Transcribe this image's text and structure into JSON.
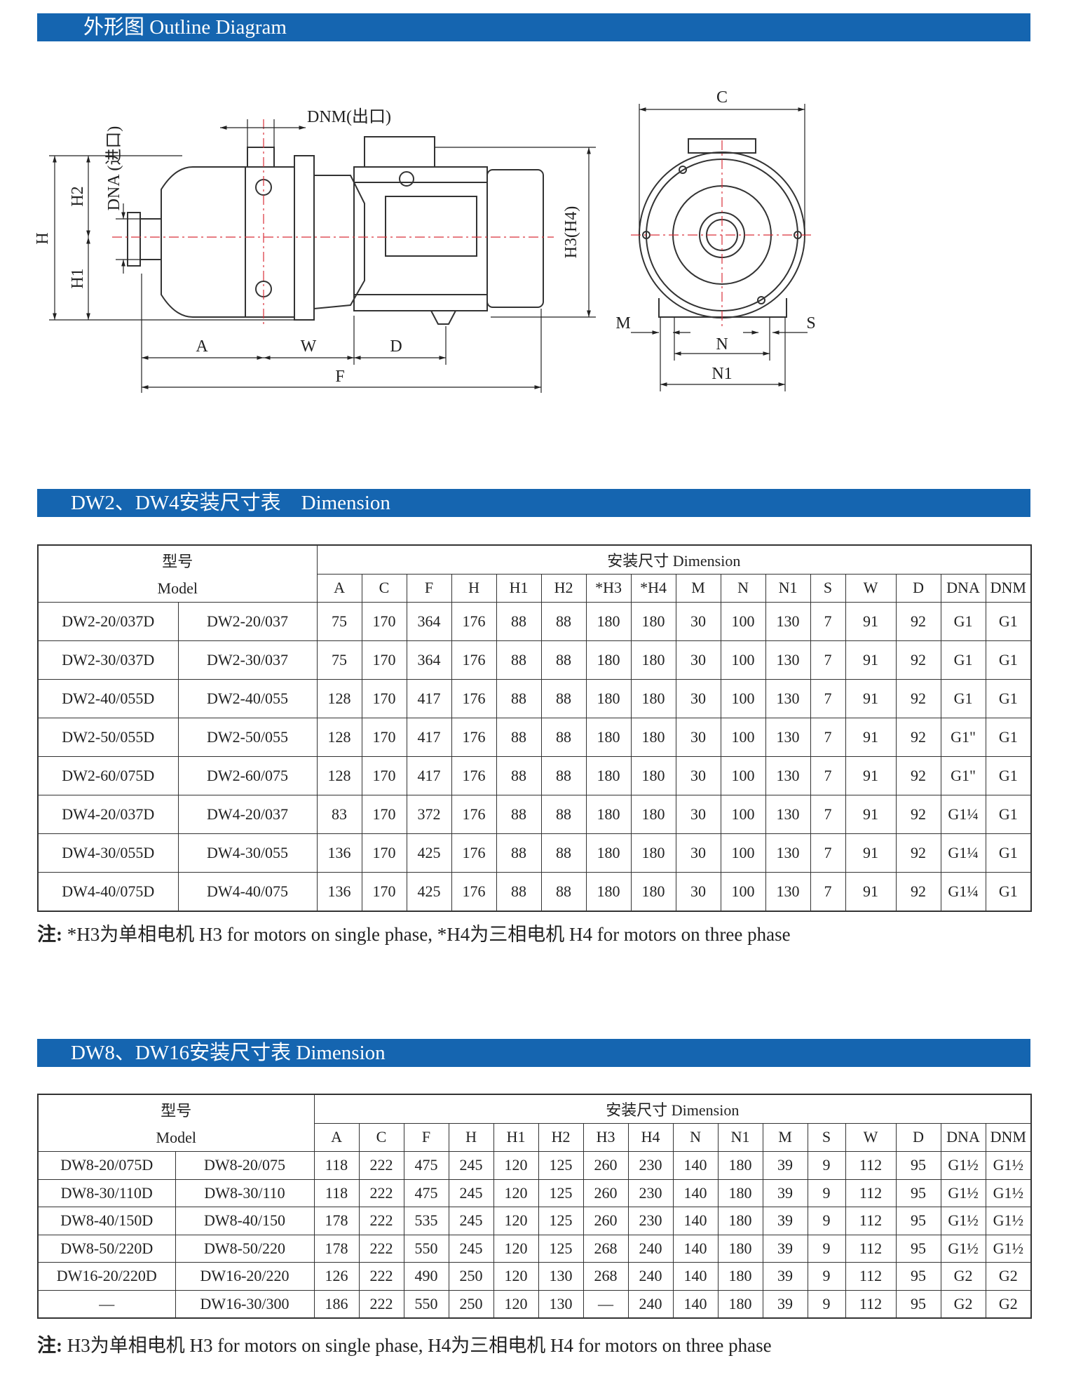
{
  "outline": {
    "title": "外形图 Outline Diagram",
    "labels": {
      "dnm": "DNM(出口)",
      "dna": "DNA (进口)",
      "h": "H",
      "h1": "H1",
      "h2": "H2",
      "h3h4": "H3(H4)",
      "a": "A",
      "w": "W",
      "d": "D",
      "f": "F",
      "c": "C",
      "m": "M",
      "s": "S",
      "n": "N",
      "n1": "N1"
    },
    "accent_color": "#1565b0",
    "centerline_color": "#d9303a"
  },
  "table1": {
    "title": "DW2、DW4安装尺寸表    Dimension",
    "model_cn": "型号",
    "model_en": "Model",
    "dimension_header": "安装尺寸 Dimension",
    "columns": [
      "A",
      "C",
      "F",
      "H",
      "H1",
      "H2",
      "*H3",
      "*H4",
      "M",
      "N",
      "N1",
      "S",
      "W",
      "D",
      "DNA",
      "DNM"
    ],
    "rows": [
      {
        "m1": "DW2-20/037D",
        "m2": "DW2-20/037",
        "v": [
          "75",
          "170",
          "364",
          "176",
          "88",
          "88",
          "180",
          "180",
          "30",
          "100",
          "130",
          "7",
          "91",
          "92",
          "G1",
          "G1"
        ]
      },
      {
        "m1": "DW2-30/037D",
        "m2": "DW2-30/037",
        "v": [
          "75",
          "170",
          "364",
          "176",
          "88",
          "88",
          "180",
          "180",
          "30",
          "100",
          "130",
          "7",
          "91",
          "92",
          "G1",
          "G1"
        ]
      },
      {
        "m1": "DW2-40/055D",
        "m2": "DW2-40/055",
        "v": [
          "128",
          "170",
          "417",
          "176",
          "88",
          "88",
          "180",
          "180",
          "30",
          "100",
          "130",
          "7",
          "91",
          "92",
          "G1",
          "G1"
        ]
      },
      {
        "m1": "DW2-50/055D",
        "m2": "DW2-50/055",
        "v": [
          "128",
          "170",
          "417",
          "176",
          "88",
          "88",
          "180",
          "180",
          "30",
          "100",
          "130",
          "7",
          "91",
          "92",
          "G1\"",
          "G1"
        ]
      },
      {
        "m1": "DW2-60/075D",
        "m2": "DW2-60/075",
        "v": [
          "128",
          "170",
          "417",
          "176",
          "88",
          "88",
          "180",
          "180",
          "30",
          "100",
          "130",
          "7",
          "91",
          "92",
          "G1\"",
          "G1"
        ]
      },
      {
        "m1": "DW4-20/037D",
        "m2": "DW4-20/037",
        "v": [
          "83",
          "170",
          "372",
          "176",
          "88",
          "88",
          "180",
          "180",
          "30",
          "100",
          "130",
          "7",
          "91",
          "92",
          "G1¼",
          "G1"
        ]
      },
      {
        "m1": "DW4-30/055D",
        "m2": "DW4-30/055",
        "v": [
          "136",
          "170",
          "425",
          "176",
          "88",
          "88",
          "180",
          "180",
          "30",
          "100",
          "130",
          "7",
          "91",
          "92",
          "G1¼",
          "G1"
        ]
      },
      {
        "m1": "DW4-40/075D",
        "m2": "DW4-40/075",
        "v": [
          "136",
          "170",
          "425",
          "176",
          "88",
          "88",
          "180",
          "180",
          "30",
          "100",
          "130",
          "7",
          "91",
          "92",
          "G1¼",
          "G1"
        ]
      }
    ],
    "note_prefix": "注:",
    "note": " *H3为单相电机 H3 for motors on single phase, *H4为三相电机 H4 for motors on three phase"
  },
  "table2": {
    "title": "DW8、DW16安装尺寸表 Dimension",
    "model_cn": "型号",
    "model_en": "Model",
    "dimension_header": "安装尺寸 Dimension",
    "columns": [
      "A",
      "C",
      "F",
      "H",
      "H1",
      "H2",
      "H3",
      "H4",
      "N",
      "N1",
      "M",
      "S",
      "W",
      "D",
      "DNA",
      "DNM"
    ],
    "rows": [
      {
        "m1": "DW8-20/075D",
        "m2": "DW8-20/075",
        "v": [
          "118",
          "222",
          "475",
          "245",
          "120",
          "125",
          "260",
          "230",
          "140",
          "180",
          "39",
          "9",
          "112",
          "95",
          "G1½",
          "G1½"
        ]
      },
      {
        "m1": "DW8-30/110D",
        "m2": "DW8-30/110",
        "v": [
          "118",
          "222",
          "475",
          "245",
          "120",
          "125",
          "260",
          "230",
          "140",
          "180",
          "39",
          "9",
          "112",
          "95",
          "G1½",
          "G1½"
        ]
      },
      {
        "m1": "DW8-40/150D",
        "m2": "DW8-40/150",
        "v": [
          "178",
          "222",
          "535",
          "245",
          "120",
          "125",
          "260",
          "230",
          "140",
          "180",
          "39",
          "9",
          "112",
          "95",
          "G1½",
          "G1½"
        ]
      },
      {
        "m1": "DW8-50/220D",
        "m2": "DW8-50/220",
        "v": [
          "178",
          "222",
          "550",
          "245",
          "120",
          "125",
          "268",
          "240",
          "140",
          "180",
          "39",
          "9",
          "112",
          "95",
          "G1½",
          "G1½"
        ]
      },
      {
        "m1": "DW16-20/220D",
        "m2": "DW16-20/220",
        "v": [
          "126",
          "222",
          "490",
          "250",
          "120",
          "130",
          "268",
          "240",
          "140",
          "180",
          "39",
          "9",
          "112",
          "95",
          "G2",
          "G2"
        ]
      },
      {
        "m1": "—",
        "m2": "DW16-30/300",
        "v": [
          "186",
          "222",
          "550",
          "250",
          "120",
          "130",
          "—",
          "240",
          "140",
          "180",
          "39",
          "9",
          "112",
          "95",
          "G2",
          "G2"
        ]
      }
    ],
    "note_prefix": "注:",
    "note": " H3为单相电机 H3 for motors on single phase, H4为三相电机 H4 for motors on three phase"
  }
}
